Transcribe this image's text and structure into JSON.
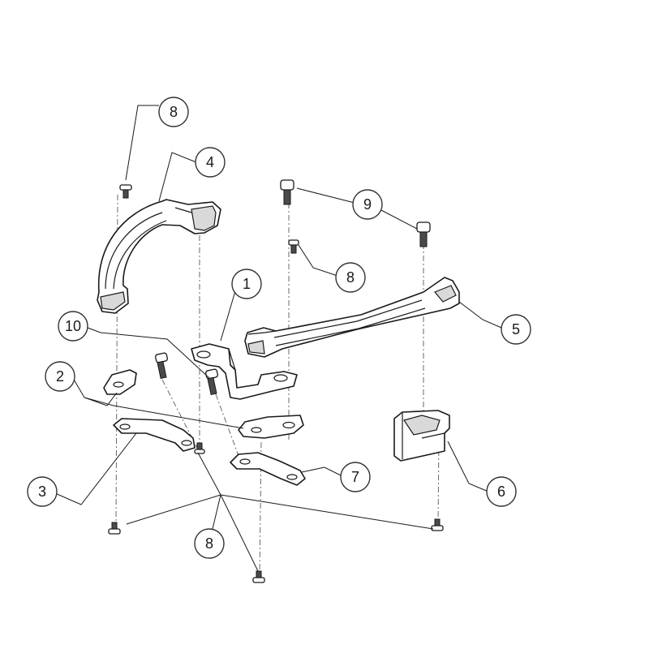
{
  "callouts": {
    "c1": "1",
    "c2": "2",
    "c3": "3",
    "c4": "4",
    "c5": "5",
    "c6": "6",
    "c7": "7",
    "c8a": "8",
    "c8b": "8",
    "c8c": "8",
    "c9": "9",
    "c10": "10"
  },
  "colors": {
    "line": "#1a1a1a",
    "centerline": "#6a6a6a",
    "background": "#ffffff"
  }
}
